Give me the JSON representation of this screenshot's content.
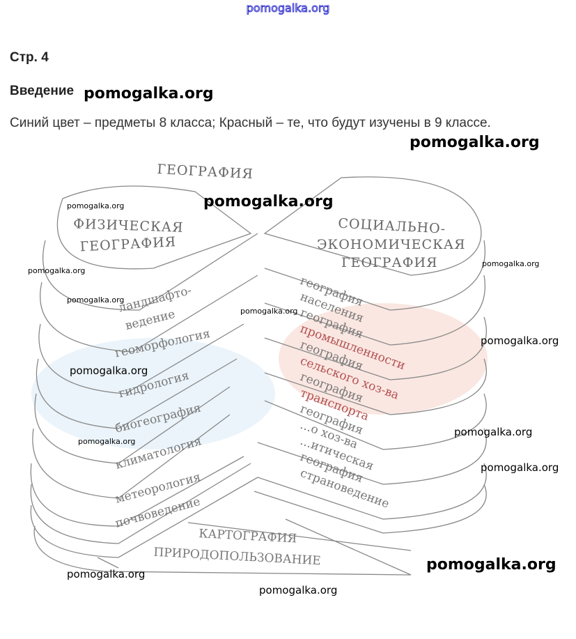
{
  "site_header": "pomogalka.org",
  "page_label": "Стр. 4",
  "section_title": "Введение",
  "description": "Синий цвет – предметы 8 класса; Красный – те, что будут изучены в 9 классе.",
  "watermark": "pomogalka.org",
  "colors": {
    "blue_tint": "#cfe6f5",
    "red_tint": "#f5c8c0",
    "line": "#888888"
  },
  "diagram": {
    "title": "ГЕОГРАФИЯ",
    "left": {
      "heading_1": "ФИЗИЧЕСКАЯ",
      "heading_2": "ГЕОГРАФИЯ",
      "items": [
        "ландшафто-",
        "ведение",
        "геоморфология",
        "гидрология",
        "биогеография",
        "климатология",
        "метеорология",
        "почвоведение"
      ]
    },
    "right": {
      "heading_1": "СОЦИАЛЬНО-",
      "heading_2": "ЭКОНОМИЧЕСКАЯ",
      "heading_3": "ГЕОГРАФИЯ",
      "items": [
        "география",
        "населения",
        "география",
        "промышленности",
        "география",
        "сельского хоз-ва",
        "география",
        "транспорта",
        "география",
        "...о хоз-ва",
        "...итическая",
        "география",
        "страноведение"
      ]
    },
    "bottom": [
      "КАРТОГРАФИЯ",
      "ПРИРОДОПОЛЬЗОВАНИЕ"
    ]
  }
}
